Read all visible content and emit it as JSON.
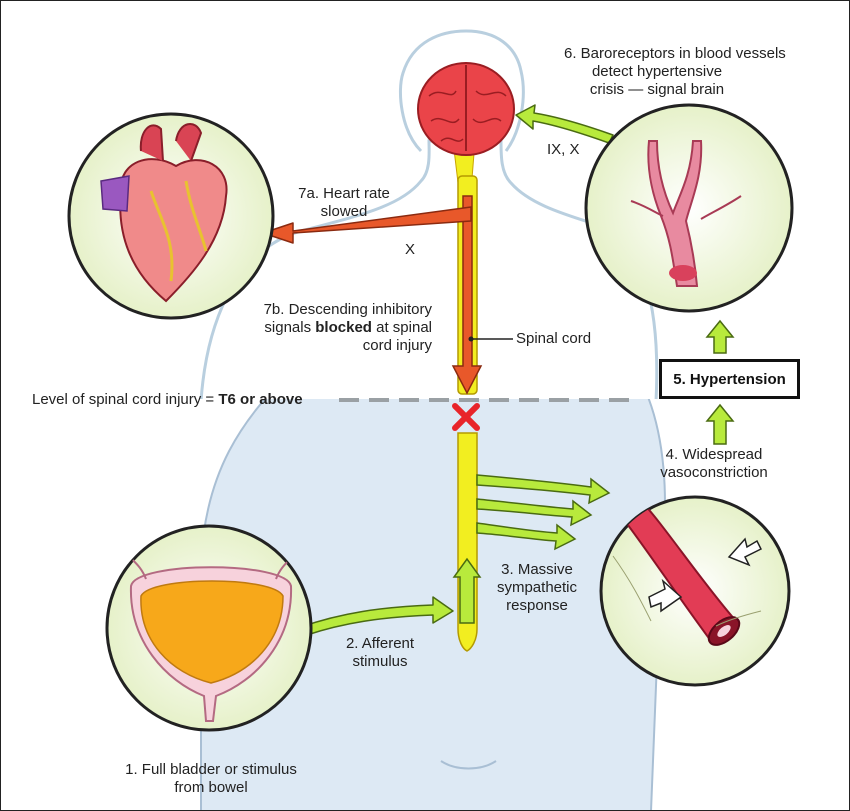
{
  "labels": {
    "step1_line1": "1. Full bladder or stimulus",
    "step1_line2": "from bowel",
    "step2_line1": "2. Afferent",
    "step2_line2": "stimulus",
    "step3_line1": "3. Massive",
    "step3_line2": "sympathetic",
    "step3_line3": "response",
    "step4_line1": "4. Widespread",
    "step4_line2": "vasoconstriction",
    "step5": "5. Hypertension",
    "step6_line1": "6. Baroreceptors in blood vessels",
    "step6_line2": "detect hypertensive",
    "step6_line3": "crisis — signal brain",
    "step7a_line1": "7a. Heart rate",
    "step7a_line2": "slowed",
    "step7b_line1": "7b. Descending inhibitory",
    "step7b_line2_pre": "signals ",
    "step7b_line2_bold": "blocked",
    "step7b_line2_post": " at spinal",
    "step7b_line3": "cord injury",
    "nerve_ix_x": "IX, X",
    "nerve_x": "X",
    "spinal_cord": "Spinal cord",
    "injury_level_pre": "Level of spinal cord injury = ",
    "injury_level_bold": "T6 or above"
  },
  "colors": {
    "arrow_green": "#b8ea3c",
    "arrow_outline": "#4a6b12",
    "descending_arrow": "#e8582a",
    "spinal_cord": "#f2ee20",
    "brain": "#ea4449",
    "bladder": "#f7a81a",
    "injury_mark": "#e8242a",
    "circle_fill": "#eef6d7",
    "body_lower": "#dde9f4"
  },
  "icons": {
    "heart": "heart-icon",
    "brain": "brain-icon",
    "bladder": "bladder-icon",
    "vessel": "blood-vessel-icon",
    "carotid": "carotid-artery-icon",
    "injury": "injury-x-icon"
  }
}
